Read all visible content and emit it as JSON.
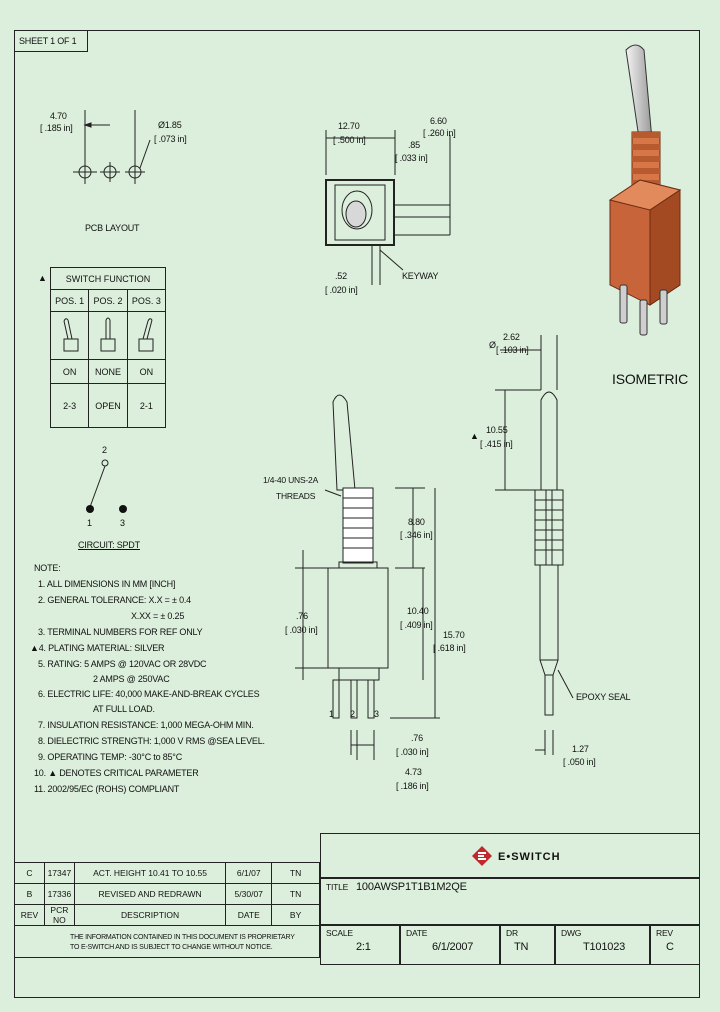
{
  "sheet_label": "SHEET 1 OF 1",
  "pcb": {
    "dim_pitch": "4.70",
    "dim_pitch_in": "[ .185 in]",
    "dim_hole": "Ø1.85",
    "dim_hole_in": "[ .073 in]",
    "label": "PCB LAYOUT"
  },
  "top_view": {
    "dim_width": "12.70",
    "dim_width_in": "[ .500 in]",
    "dim_a": ".85",
    "dim_a_in": "[ .033 in]",
    "dim_b": "6.60",
    "dim_b_in": "[ .260 in]",
    "dim_c": ".52",
    "dim_c_in": "[ .020 in]",
    "keyway": "KEYWAY"
  },
  "switch_function": {
    "marker": "▲",
    "title": "SWITCH FUNCTION",
    "headers": [
      "POS. 1",
      "POS. 2",
      "POS. 3"
    ],
    "states": [
      "ON",
      "NONE",
      "ON"
    ],
    "connections": [
      "2-3",
      "OPEN",
      "2-1"
    ]
  },
  "circuit": {
    "pin_top": "2",
    "pin_left": "1",
    "pin_right": "3",
    "label": "CIRCUIT: SPDT"
  },
  "isometric_label": "ISOMETRIC",
  "side_view": {
    "threads_1": "1/4-40 UNS-2A",
    "threads_2": "THREADS",
    "dim_thread": "8.80",
    "dim_thread_in": "[ .346 in]",
    "dim_body": "10.40",
    "dim_body_in": "[ .409 in]",
    "dim_total": "15.70",
    "dim_total_in": "[ .618 in]",
    "dim_76": ".76",
    "dim_76_in": "[ .030 in]",
    "pins": [
      "1",
      "2",
      "3"
    ],
    "dim_76b": ".76",
    "dim_76b_in": "[ .030 in]",
    "dim_473": "4.73",
    "dim_473_in": "[ .186 in]"
  },
  "front_view": {
    "dim_dia": "2.62",
    "dim_dia_sym": "Ø",
    "dim_dia_in": "[ .103 in]",
    "dim_lever": "10.55",
    "dim_lever_in": "[ .415 in]",
    "marker": "▲",
    "epoxy": "EPOXY SEAL",
    "dim_127": "1.27",
    "dim_127_in": "[ .050 in]"
  },
  "notes": {
    "title": "NOTE:",
    "lines": [
      "1. ALL DIMENSIONS IN MM [INCH]",
      "2. GENERAL TOLERANCE:  X.X = ± 0.4",
      "X.XX = ± 0.25",
      "3. TERMINAL NUMBERS FOR REF ONLY",
      "▲4. PLATING MATERIAL: SILVER",
      "5. RATING: 5 AMPS @ 120VAC OR 28VDC",
      "2 AMPS @ 250VAC",
      "6. ELECTRIC LIFE: 40,000 MAKE-AND-BREAK CYCLES",
      "AT FULL LOAD.",
      "7. INSULATION RESISTANCE: 1,000 MEGA-OHM MIN.",
      "8. DIELECTRIC STRENGTH: 1,000 V RMS @SEA LEVEL.",
      "9. OPERATING TEMP: -30°C to 85°C",
      "10. ▲ DENOTES CRITICAL PARAMETER",
      "11. 2002/95/EC (ROHS) COMPLIANT"
    ]
  },
  "revisions": {
    "rows": [
      {
        "rev": "C",
        "pcr": "17347",
        "desc": "ACT. HEIGHT 10.41 TO 10.55",
        "date": "6/1/07",
        "by": "TN"
      },
      {
        "rev": "B",
        "pcr": "17336",
        "desc": "REVISED AND REDRAWN",
        "date": "5/30/07",
        "by": "TN"
      }
    ],
    "headers": {
      "rev": "REV",
      "pcr": "PCR NO",
      "desc": "DESCRIPTION",
      "date": "DATE",
      "by": "BY"
    }
  },
  "disclaimer_1": "THE INFORMATION CONTAINED IN THIS DOCUMENT IS PROPRIETARY",
  "disclaimer_2": "TO E-SWITCH AND IS SUBJECT TO CHANGE WITHOUT NOTICE.",
  "logo_text": "E•SWITCH",
  "title_block": {
    "title_label": "TITLE",
    "title": "100AWSP1T1B1M2QE",
    "scale_label": "SCALE",
    "scale": "2:1",
    "date_label": "DATE",
    "date": "6/1/2007",
    "dr_label": "DR",
    "dr": "TN",
    "dwg_label": "DWG",
    "dwg": "T101023",
    "rev_label": "REV",
    "rev": "C"
  },
  "colors": {
    "background": "#dcefdc",
    "switch_body": "#c8643a",
    "accent_red": "#c0282d"
  }
}
